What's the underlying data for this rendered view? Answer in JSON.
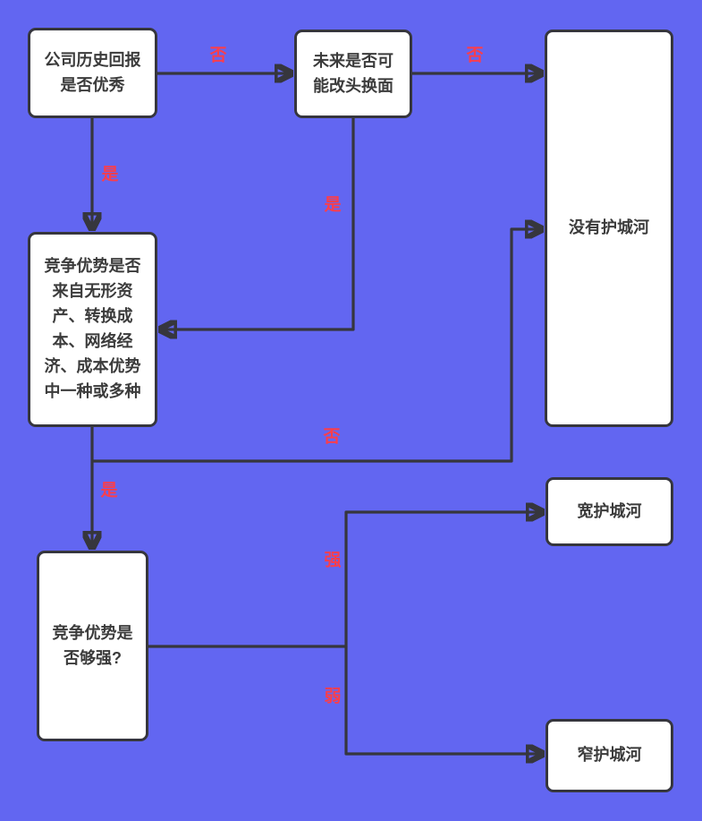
{
  "diagram": {
    "title_hint": "moat-decision-flowchart",
    "colors": {
      "background": "#6266f1",
      "stroke": "#36363d",
      "node_fill": "#ffffff",
      "node_text": "#3b3b3b",
      "edge_label": "#fa3e4c"
    },
    "nodes": {
      "history_returns": {
        "text": "公司历史回报\n是否优秀"
      },
      "future_turnaround": {
        "text": "未来是否可\n能改头换面"
      },
      "no_moat": {
        "text": "没有护城河"
      },
      "advantage_sources": {
        "text": "竞争优势是否\n来自无形资\n产、转换成\n本、网络经\n济、成本优势\n中一种或多种"
      },
      "advantage_strength": {
        "text": "竞争优势是\n否够强?"
      },
      "wide_moat": {
        "text": "宽护城河"
      },
      "narrow_moat": {
        "text": "窄护城河"
      }
    },
    "edges": [
      {
        "from": "history_returns",
        "to": "future_turnaround",
        "label": "否"
      },
      {
        "from": "history_returns",
        "to": "advantage_sources",
        "label": "是"
      },
      {
        "from": "future_turnaround",
        "to": "no_moat",
        "label": "否"
      },
      {
        "from": "future_turnaround",
        "to": "advantage_sources",
        "label": "是"
      },
      {
        "from": "advantage_sources",
        "to": "advantage_strength",
        "label": "是"
      },
      {
        "from": "advantage_sources",
        "to": "no_moat",
        "label": "否"
      },
      {
        "from": "advantage_strength",
        "to": "wide_moat",
        "label": "强"
      },
      {
        "from": "advantage_strength",
        "to": "narrow_moat",
        "label": "弱"
      }
    ]
  }
}
